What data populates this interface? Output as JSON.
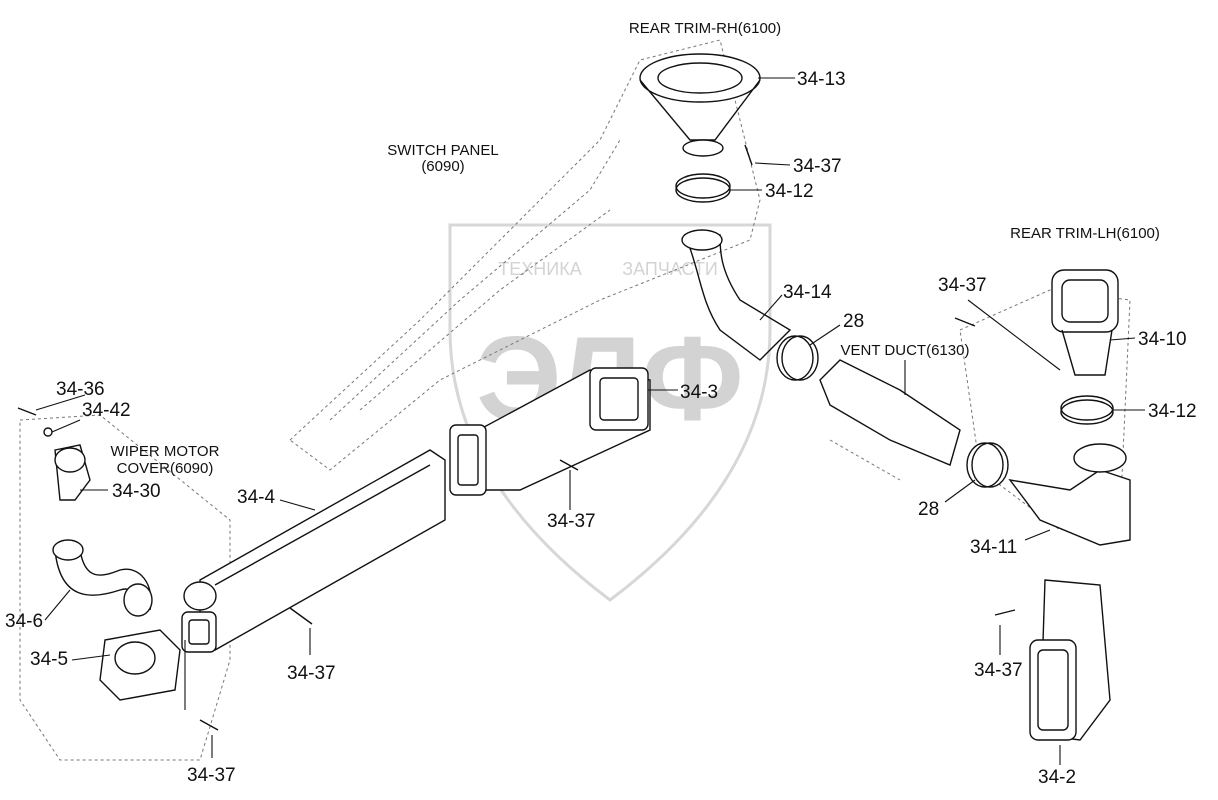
{
  "watermark": {
    "brand": "ЭЛФ",
    "text_left": "ТЕХНИКА",
    "text_right": "ЗАПЧАСТИ"
  },
  "labels": {
    "rear_trim_rh": "REAR TRIM-RH(6100)",
    "switch_panel_line1": "SWITCH PANEL",
    "switch_panel_line2": "(6090)",
    "rear_trim_lh": "REAR TRIM-LH(6100)",
    "vent_duct": "VENT DUCT(6130)",
    "wiper_line1": "WIPER MOTOR",
    "wiper_line2": "COVER(6090)"
  },
  "callouts": {
    "c34_13": "34-13",
    "c34_37_top": "34-37",
    "c34_12_top": "34-12",
    "c34_14": "34-14",
    "c28_top": "28",
    "c34_3": "34-3",
    "c34_37_lh": "34-37",
    "c34_10": "34-10",
    "c34_12_lh": "34-12",
    "c28_lh": "28",
    "c34_11": "34-11",
    "c34_36": "34-36",
    "c34_42": "34-42",
    "c34_30": "34-30",
    "c34_4": "34-4",
    "c34_37_mid": "34-37",
    "c34_6": "34-6",
    "c34_5": "34-5",
    "c34_37_bottom_mid": "34-37",
    "c34_37_bottom_left": "34-37",
    "c34_37_right": "34-37",
    "c34_2": "34-2"
  }
}
